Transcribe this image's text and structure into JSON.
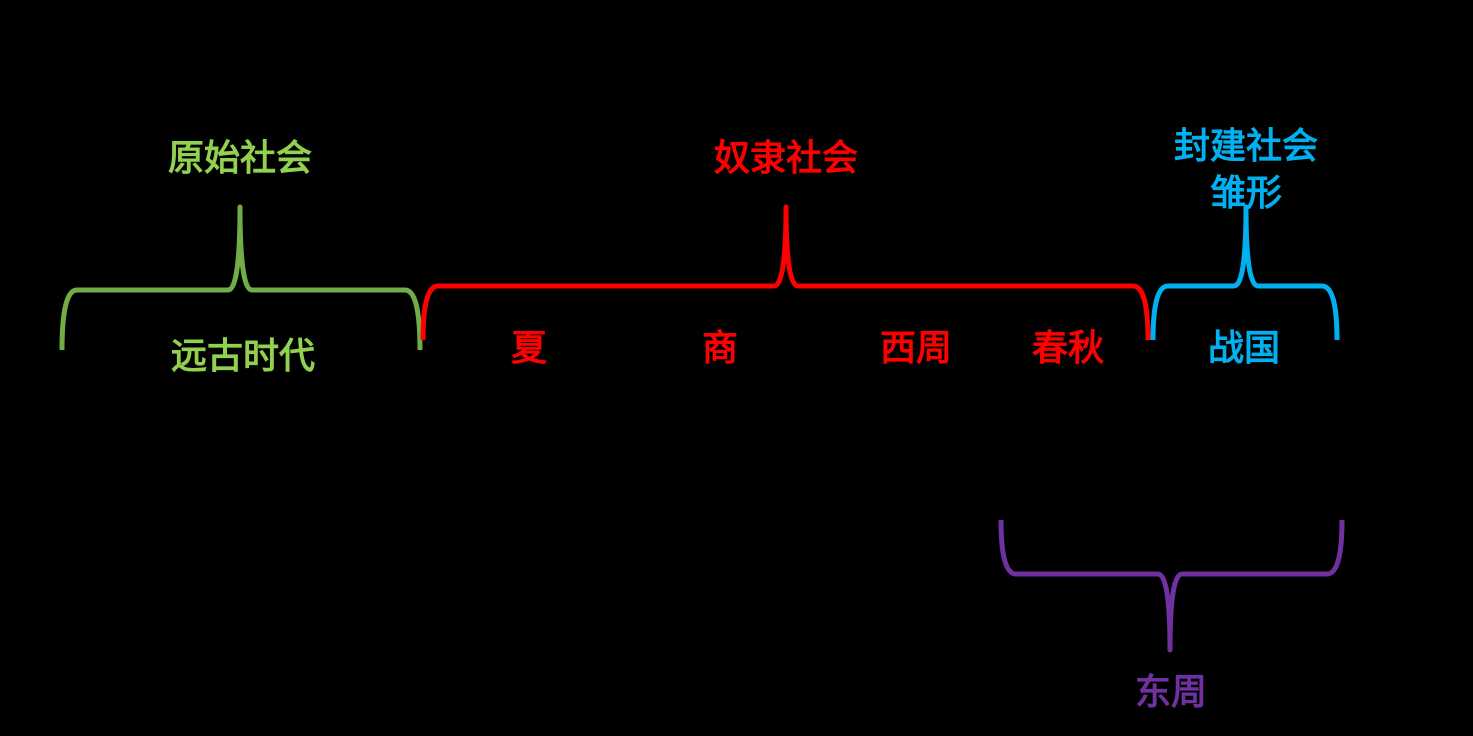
{
  "colors": {
    "green": "#92d050",
    "green_line": "#70ad47",
    "red": "#ff0000",
    "blue": "#00b0f0",
    "purple": "#7030a0"
  },
  "groups": {
    "primitive": {
      "title": "原始社会",
      "periods": [
        "远古时代"
      ]
    },
    "slave": {
      "title": "奴隶社会",
      "periods": [
        "夏",
        "商",
        "西周",
        "春秋"
      ]
    },
    "feudal": {
      "title_line1": "封建社会",
      "title_line2": "雏形",
      "periods": [
        "战国"
      ]
    },
    "eastern_zhou": {
      "title": "东周"
    }
  }
}
